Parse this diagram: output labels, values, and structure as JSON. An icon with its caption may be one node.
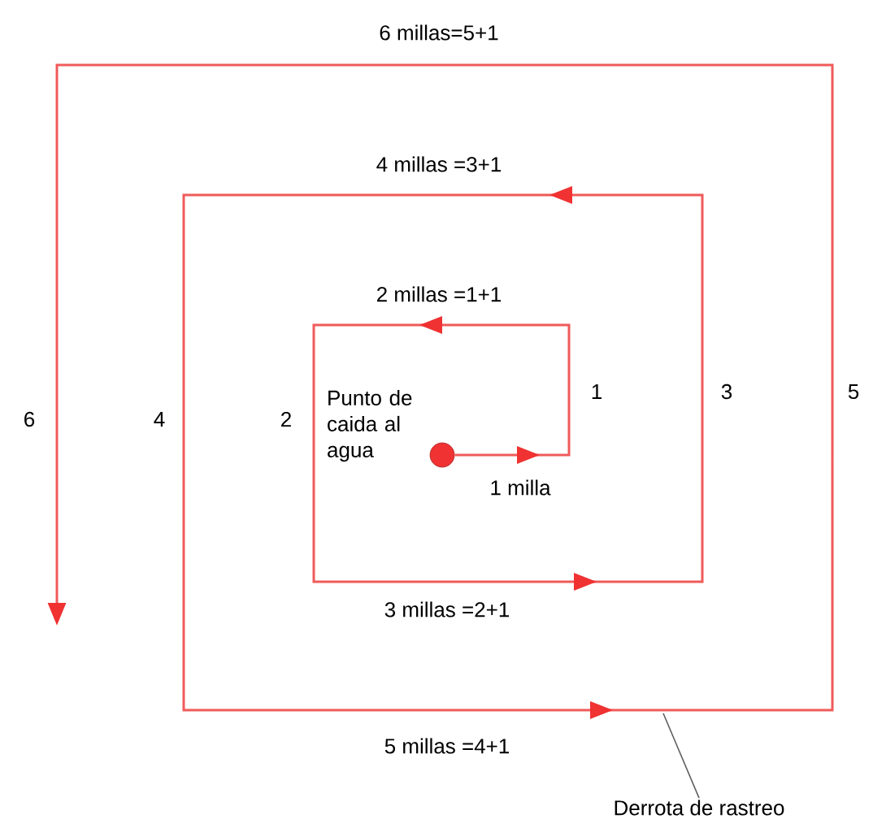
{
  "diagram": {
    "nodes": [
      {
        "text": [],
        "shape": "circle",
        "beside": [
          "Punto de caida al agua"
        ]
      },
      {
        "text": [
          "Derrota de rastreo"
        ]
      }
    ],
    "edges": [
      {
        "from": 0,
        "to": null,
        "arrow": "to"
      },
      {
        "from": 1,
        "to": null,
        "arrow": "none",
        "color": "#606060"
      }
    ],
    "labels": [
      "6 millas=5+1",
      "4 millas =3+1",
      "2 millas =1+1",
      "6",
      "4",
      "2",
      "1",
      "3",
      "5",
      "1 milla",
      "3 millas =2+1",
      "5 millas =4+1"
    ]
  }
}
